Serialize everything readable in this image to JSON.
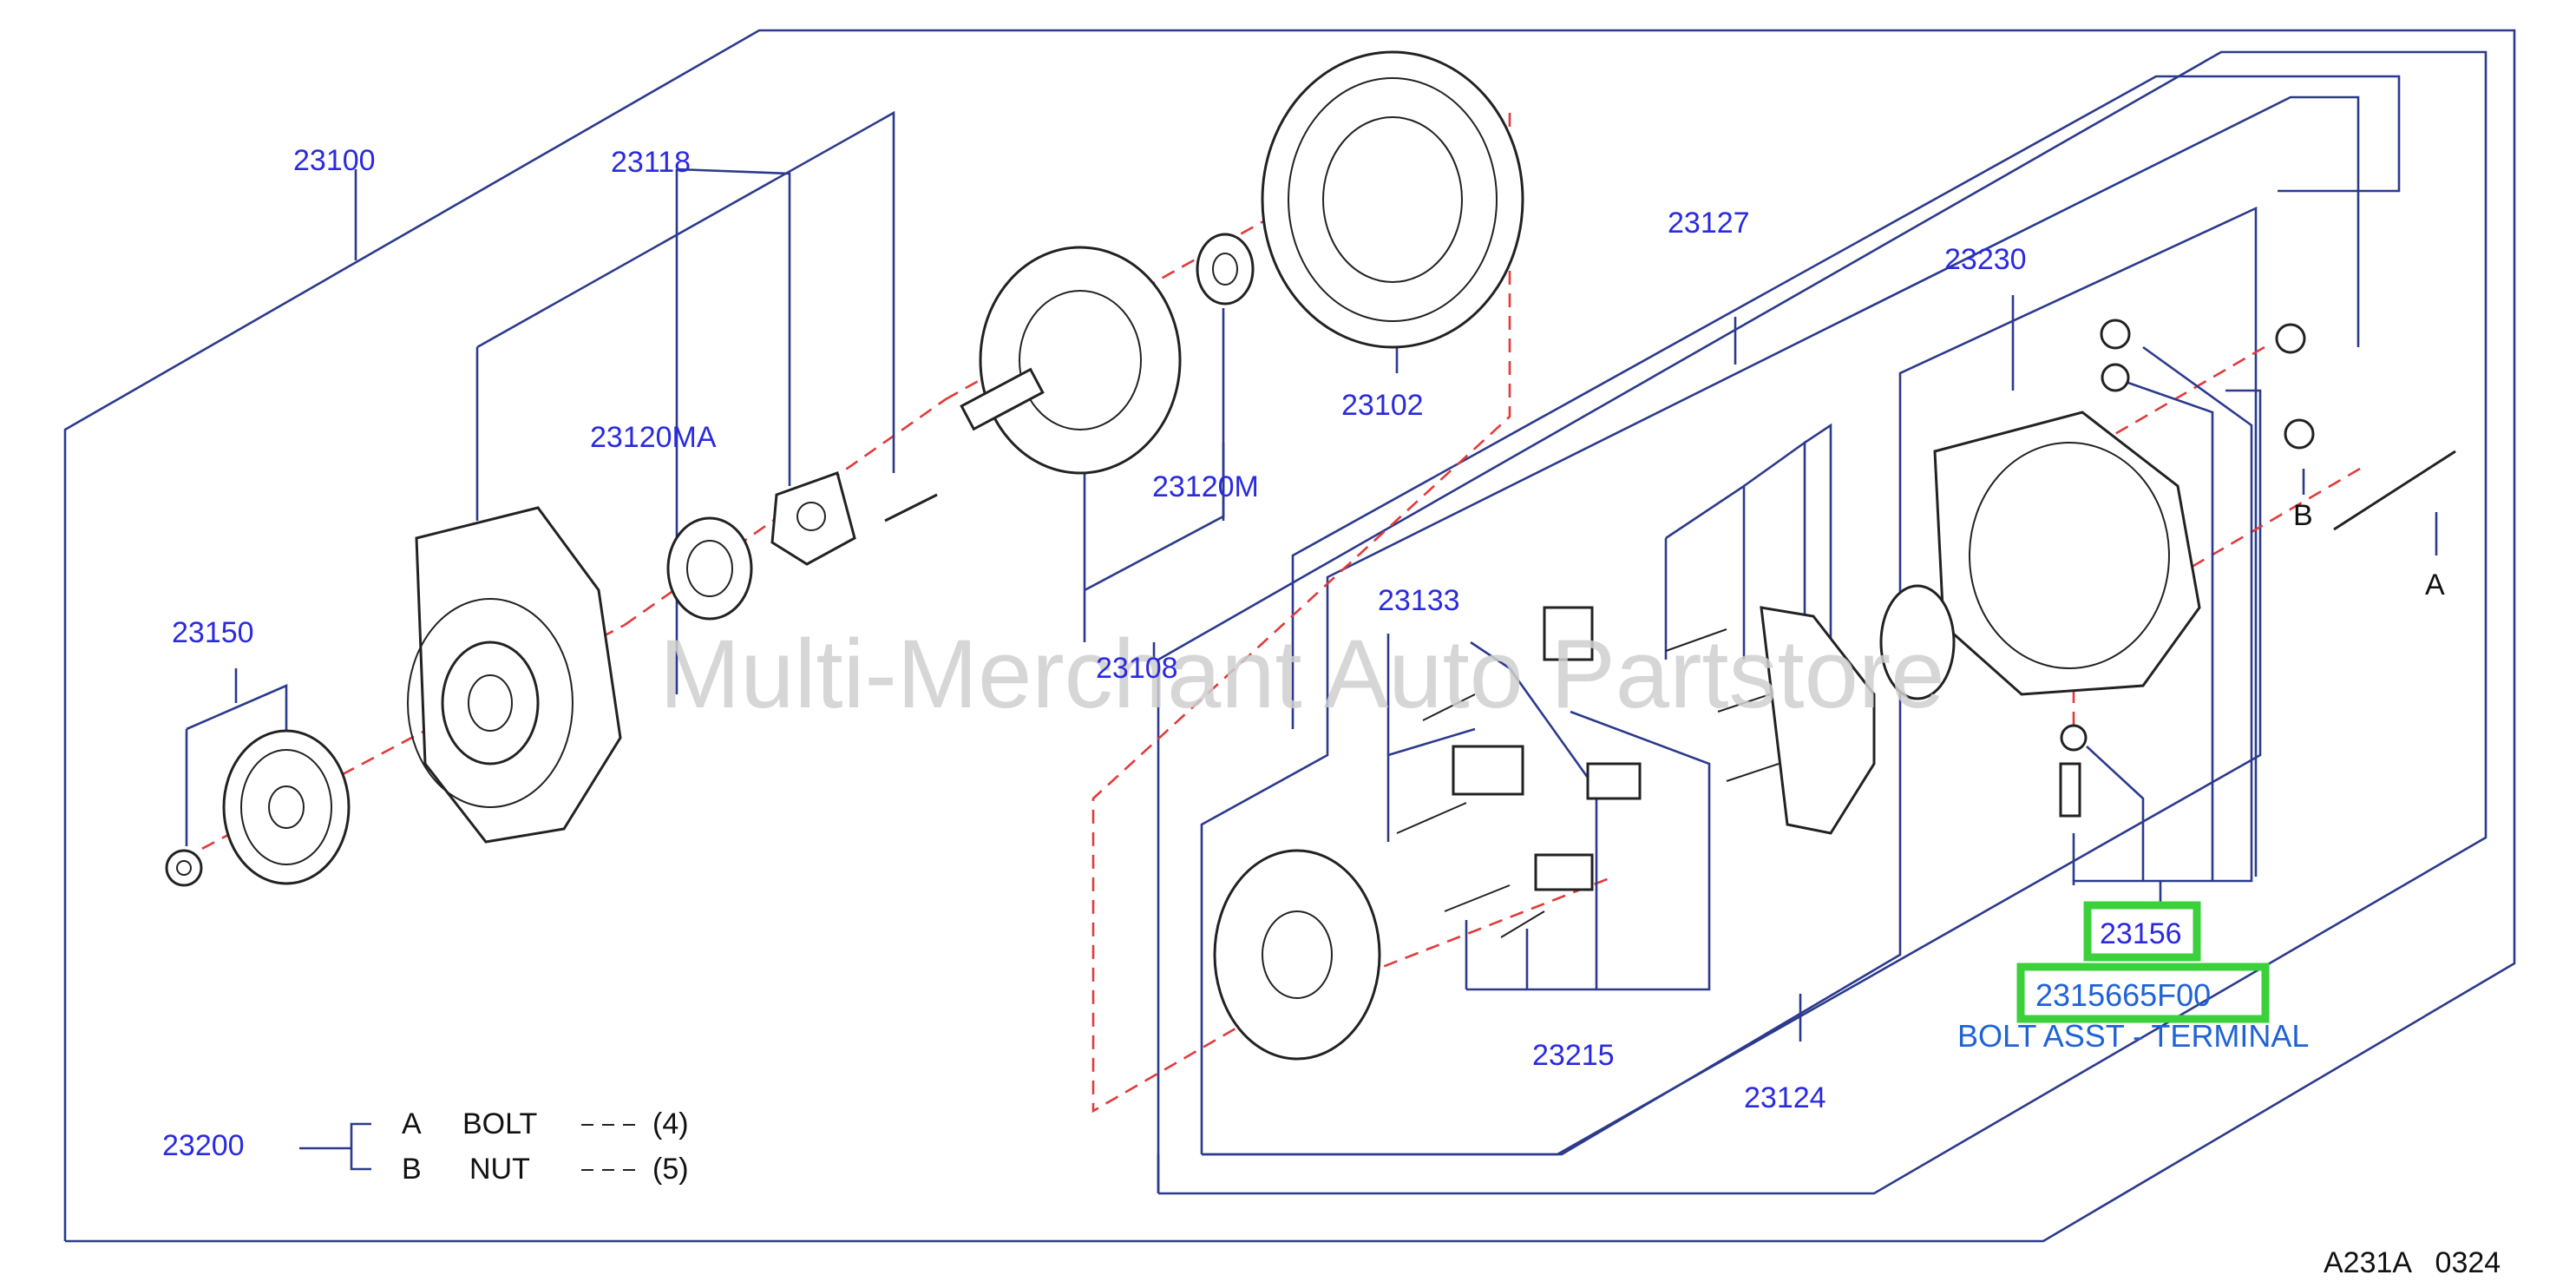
{
  "watermark": "Multi-Merchant Auto Partstore",
  "labels": {
    "p23100": "23100",
    "p23118": "23118",
    "p23120MA": "23120MA",
    "p23150": "23150",
    "p23102": "23102",
    "p23120M": "23120M",
    "p23108": "23108",
    "p23127": "23127",
    "p23230": "23230",
    "p23133": "23133",
    "p23215": "23215",
    "p23124": "23124",
    "p23156": "23156",
    "A": "A",
    "B": "B"
  },
  "highlight": {
    "part_number": "2315665F00",
    "description": "BOLT ASST - TERMINAL",
    "color": "#3ad13a"
  },
  "legend": {
    "group": "23200",
    "rows": [
      {
        "key": "A",
        "name": "BOLT",
        "qty": "(4)"
      },
      {
        "key": "B",
        "name": "NUT",
        "qty": "(5)"
      }
    ]
  },
  "footer_code": "A231A   0324"
}
